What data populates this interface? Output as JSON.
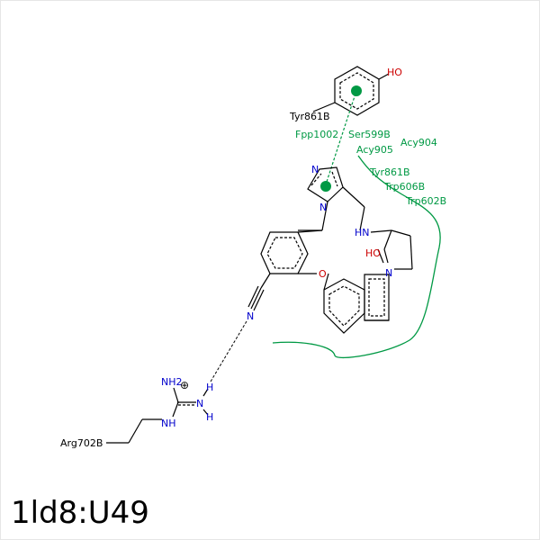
{
  "title": "1ld8:U49",
  "residues": {
    "tyr861b_top": "Tyr861B",
    "fpp1002": "Fpp1002",
    "ser599b": "Ser599B",
    "acy904": "Acy904",
    "acy905": "Acy905",
    "tyr861b": "Tyr861B",
    "trp606b": "Trp606B",
    "trp602b": "Trp602B",
    "arg702b": "Arg702B"
  },
  "atoms": {
    "ho_tyr": "HO",
    "n_imid_top": "N",
    "n_imid_bottom": "N",
    "hn": "HN",
    "ho_ring": "HO",
    "o_ether": "O",
    "n_bicyclic": "N",
    "n_nitrile": "N",
    "nh2": "NH2",
    "plus_charge": "⊕",
    "n_arg": "N",
    "h_upper": "H",
    "h_lower": "H",
    "nh": "NH"
  },
  "colors": {
    "carbon": "#000000",
    "nitrogen": "#0000cc",
    "oxygen": "#cc0000",
    "interaction": "#009944",
    "pi_marker": "#009944"
  }
}
